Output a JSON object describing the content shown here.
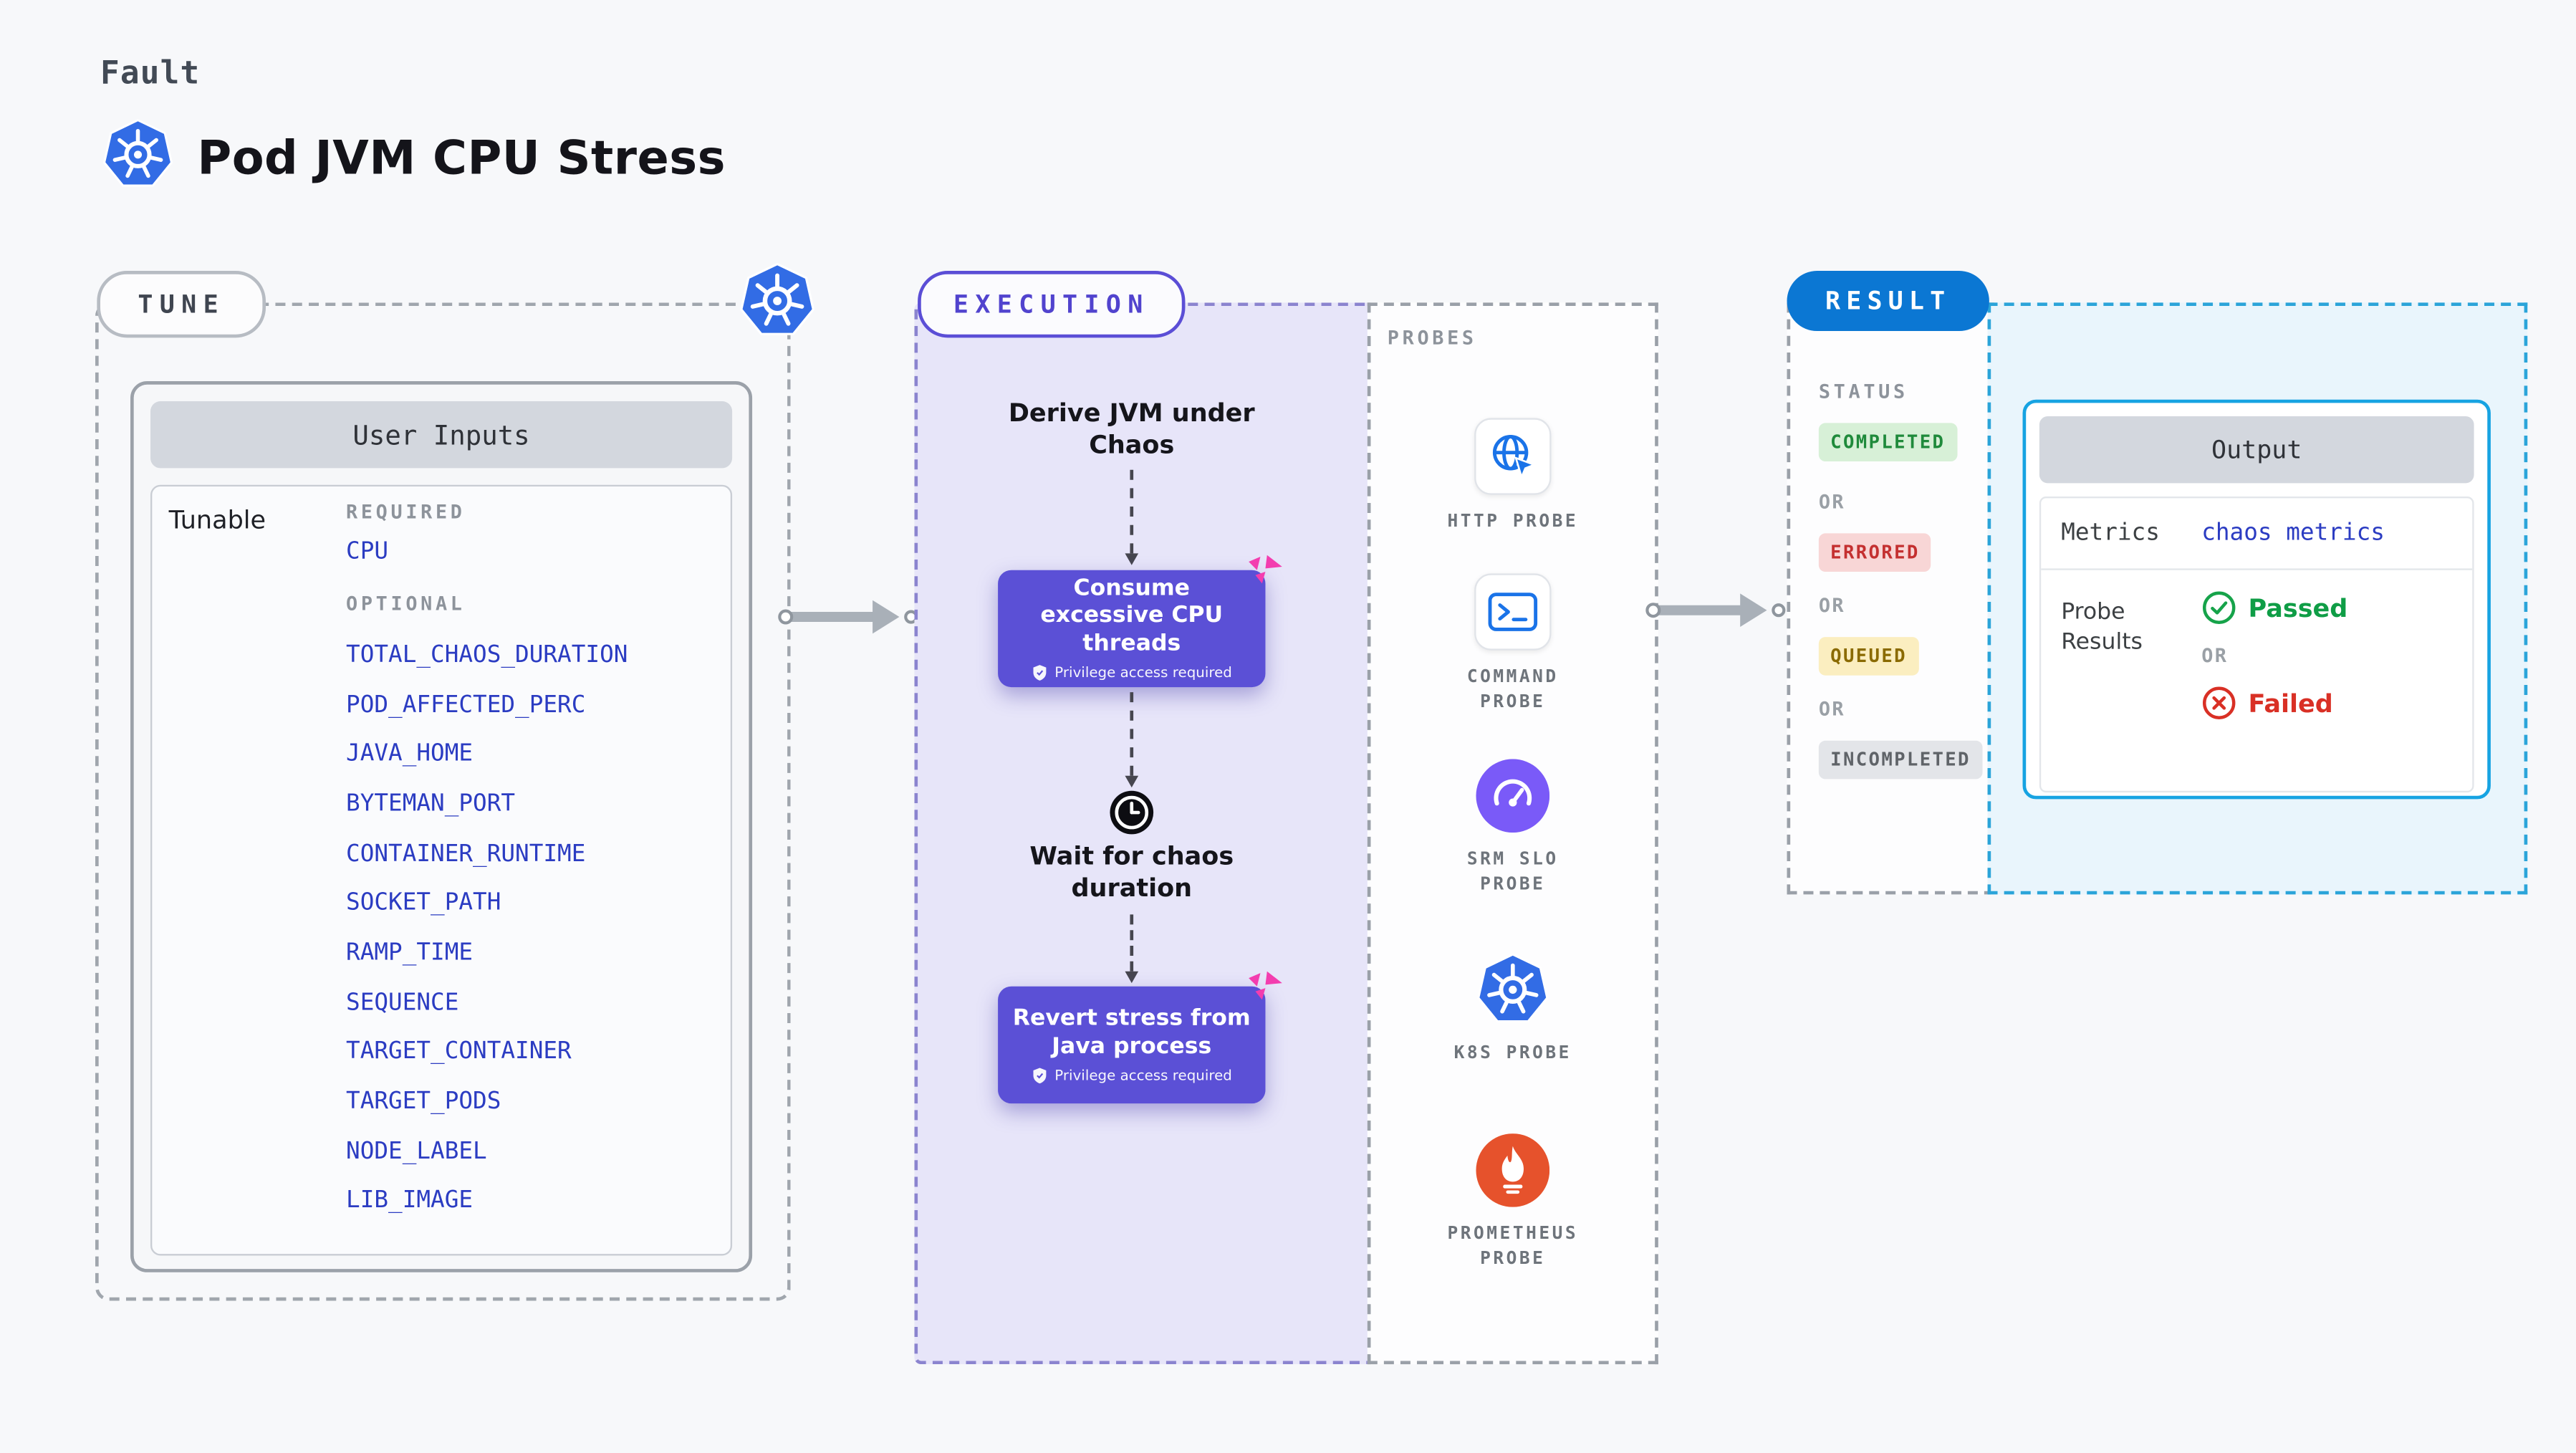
{
  "header": {
    "category": "Fault",
    "title": "Pod JVM CPU Stress"
  },
  "tune": {
    "label": "TUNE",
    "card_title": "User Inputs",
    "group_label": "Tunable",
    "required_label": "REQUIRED",
    "required_params": [
      "CPU"
    ],
    "optional_label": "OPTIONAL",
    "optional_params": [
      "TOTAL_CHAOS_DURATION",
      "POD_AFFECTED_PERC",
      "JAVA_HOME",
      "BYTEMAN_PORT",
      "CONTAINER_RUNTIME",
      "SOCKET_PATH",
      "RAMP_TIME",
      "SEQUENCE",
      "TARGET_CONTAINER",
      "TARGET_PODS",
      "NODE_LABEL",
      "LIB_IMAGE"
    ]
  },
  "execution": {
    "label": "EXECUTION",
    "steps": [
      {
        "type": "text",
        "label": "Derive JVM under Chaos"
      },
      {
        "type": "action",
        "label": "Consume excessive CPU threads",
        "badge": "Privilege access required"
      },
      {
        "type": "wait",
        "label": "Wait for chaos duration"
      },
      {
        "type": "action",
        "label": "Revert stress from Java process",
        "badge": "Privilege access required"
      }
    ]
  },
  "probes": {
    "label": "PROBES",
    "items": [
      {
        "name": "HTTP PROBE",
        "icon": "http-probe-icon"
      },
      {
        "name": "COMMAND PROBE",
        "icon": "command-probe-icon"
      },
      {
        "name": "SRM SLO PROBE",
        "icon": "srm-slo-probe-icon"
      },
      {
        "name": "K8S PROBE",
        "icon": "k8s-probe-icon"
      },
      {
        "name": "PROMETHEUS PROBE",
        "icon": "prometheus-probe-icon"
      }
    ]
  },
  "result": {
    "label": "RESULT",
    "status_label": "STATUS",
    "or_label": "OR",
    "statuses": [
      {
        "label": "COMPLETED",
        "color": "#1f8a3b",
        "bg": "#d7f0d7"
      },
      {
        "label": "ERRORED",
        "color": "#c43030",
        "bg": "#f8d6d6"
      },
      {
        "label": "QUEUED",
        "color": "#8a6a00",
        "bg": "#fbeec0"
      },
      {
        "label": "INCOMPLETED",
        "color": "#5f6368",
        "bg": "#e3e5e9"
      }
    ],
    "output": {
      "title": "Output",
      "metrics_label": "Metrics",
      "metrics_value": "chaos metrics",
      "probe_results_label": "Probe Results",
      "passed_label": "Passed",
      "failed_label": "Failed"
    }
  },
  "colors": {
    "background": "#f7f8fa",
    "accent_blue": "#0b77d3",
    "execution_purple": "#5b50d6",
    "execution_bg": "#e7e5f9",
    "link_blue": "#2b3cc2",
    "output_border": "#17a3e2",
    "passed_green": "#0f9d46",
    "failed_red": "#d93025",
    "kubernetes_blue": "#326ce5",
    "prometheus_orange": "#e6522c",
    "spark_pink": "#f33daf"
  }
}
